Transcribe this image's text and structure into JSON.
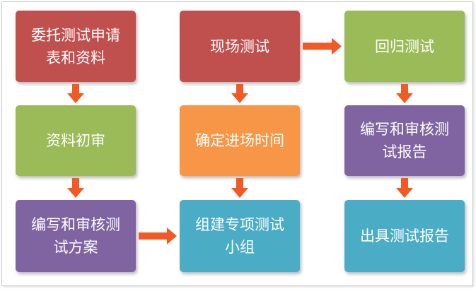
{
  "colors": {
    "red": "#c0504d",
    "green": "#9bbb59",
    "purple": "#8064a2",
    "orange": "#f79646",
    "teal": "#4bacc6",
    "arrow": "#f15a24"
  },
  "boxes": [
    {
      "id": "b1",
      "text": "委托测试申请表和资料",
      "color": "red"
    },
    {
      "id": "b2",
      "text": "资料初审",
      "color": "green"
    },
    {
      "id": "b3",
      "text": "编写和审核测试方案",
      "color": "purple"
    },
    {
      "id": "b4",
      "text": "现场测试",
      "color": "red"
    },
    {
      "id": "b5",
      "text": "确定进场时间",
      "color": "orange"
    },
    {
      "id": "b6",
      "text": "组建专项测试小组",
      "color": "teal"
    },
    {
      "id": "b7",
      "text": "回归测试",
      "color": "green"
    },
    {
      "id": "b8",
      "text": "编写和审核测试报告",
      "color": "purple"
    },
    {
      "id": "b9",
      "text": "出具测试报告",
      "color": "teal"
    }
  ],
  "arrows": [
    {
      "from": "b1",
      "to": "b2"
    },
    {
      "from": "b2",
      "to": "b3"
    },
    {
      "from": "b3",
      "to": "b6"
    },
    {
      "from": "b4",
      "to": "b5"
    },
    {
      "from": "b5",
      "to": "b6"
    },
    {
      "from": "b4",
      "to": "b7"
    },
    {
      "from": "b7",
      "to": "b8"
    },
    {
      "from": "b8",
      "to": "b9"
    }
  ]
}
